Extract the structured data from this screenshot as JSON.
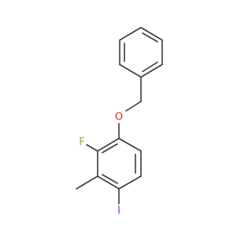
{
  "molecule": {
    "atoms": [
      {
        "id": "O",
        "label": "O",
        "color": "#e8281e"
      },
      {
        "id": "F",
        "label": "F",
        "color": "#9ea829"
      },
      {
        "id": "I",
        "label": "I",
        "color": "#9b23c0"
      }
    ],
    "bond_color": "#3a3a3a"
  }
}
